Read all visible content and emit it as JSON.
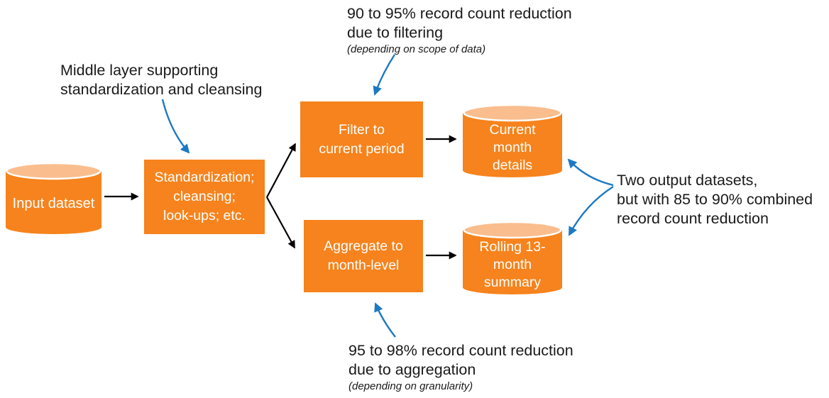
{
  "colors": {
    "shape_fill": "#F6831D",
    "cylinder_top": "#FABD8D",
    "shape_text": "#FFFFFF",
    "annotation_text": "#1A1A1A",
    "black_arrow": "#000000",
    "blue_arrow": "#1D79C2",
    "background": "#FFFFFF"
  },
  "nodes": {
    "input": {
      "lines": [
        "Input dataset"
      ]
    },
    "standardization": {
      "lines": [
        "Standardization;",
        "cleansing;",
        "look-ups; etc."
      ]
    },
    "filter": {
      "lines": [
        "Filter to",
        "current period"
      ]
    },
    "aggregate": {
      "lines": [
        "Aggregate to",
        "month-level"
      ]
    },
    "current_month": {
      "lines": [
        "Current",
        "month",
        "details"
      ]
    },
    "rolling_summary": {
      "lines": [
        "Rolling 13-",
        "month",
        "summary"
      ]
    }
  },
  "annotations": {
    "filtering": {
      "lines": [
        "90 to 95% record count reduction",
        "due to filtering"
      ],
      "note": "(depending on scope of data)"
    },
    "middle_layer": {
      "lines": [
        "Middle layer supporting",
        "standardization and cleansing"
      ]
    },
    "aggregation": {
      "lines": [
        "95 to 98% record count reduction",
        "due to aggregation"
      ],
      "note": "(depending on granularity)"
    },
    "outputs": {
      "lines": [
        "Two output datasets,",
        "but with 85 to 90% combined",
        "record count reduction"
      ]
    }
  }
}
